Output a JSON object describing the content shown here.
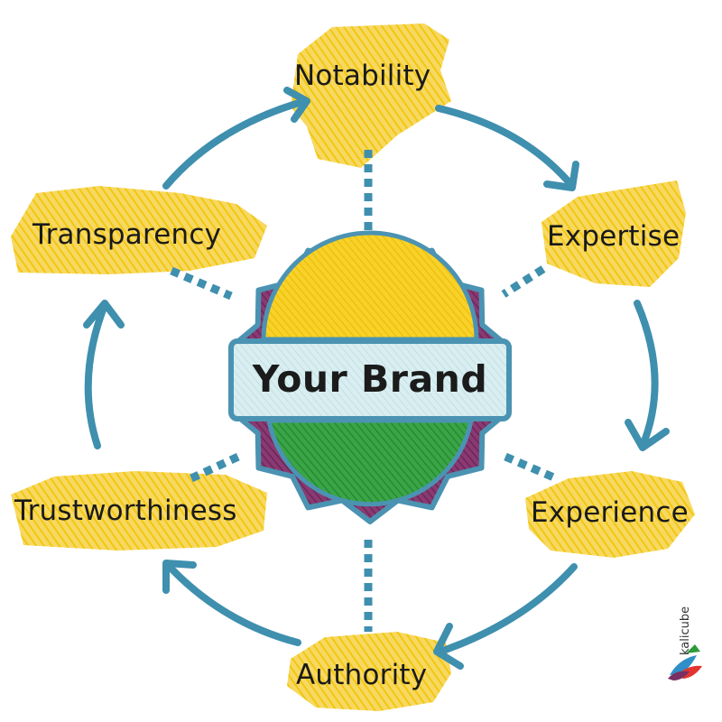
{
  "diagram": {
    "center_label": "Your Brand",
    "nodes": [
      {
        "id": "notability",
        "label": "Notability"
      },
      {
        "id": "expertise",
        "label": "Expertise"
      },
      {
        "id": "experience",
        "label": "Experience"
      },
      {
        "id": "authority",
        "label": "Authority"
      },
      {
        "id": "trustworthiness",
        "label": "Trustworthiness"
      },
      {
        "id": "transparency",
        "label": "Transparency"
      }
    ],
    "cycle_order": [
      "notability",
      "expertise",
      "experience",
      "authority",
      "trustworthiness",
      "transparency"
    ]
  },
  "colors": {
    "highlight": "#f7d21e",
    "arrow": "#3f8fae",
    "badge_outer": "#7a2f63",
    "badge_border": "#4b93b2",
    "badge_top": "#f6cb14",
    "badge_bottom": "#2f9a3a",
    "banner_fill": "#cfe8ea"
  },
  "logo": {
    "text": "kalicube"
  }
}
